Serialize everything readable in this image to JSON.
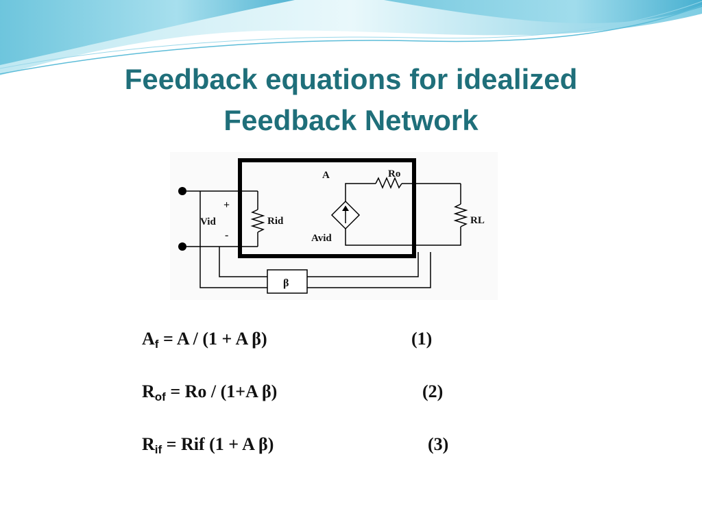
{
  "slide": {
    "title_line1": "Feedback equations for idealized",
    "title_line2": "Feedback Network"
  },
  "circuit": {
    "label_amplifier": "A",
    "label_ro": "Ro",
    "label_plus": "+",
    "label_vid": "Vid",
    "label_rid": "Rid",
    "label_avid": "Avid",
    "label_minus": "-",
    "label_rl": "RL",
    "label_beta": "β"
  },
  "equations": [
    {
      "lhs_main": "A",
      "lhs_sub": "f",
      "rhs": " = A / (1 + A β)",
      "number": "(1)"
    },
    {
      "lhs_main": "R",
      "lhs_sub": "of",
      "rhs": " = Ro / (1+A β)",
      "number": "(2)"
    },
    {
      "lhs_main": "R",
      "lhs_sub": "if",
      "rhs": " = Rif (1 + A β)",
      "number": "(3)"
    }
  ],
  "colors": {
    "title": "#1f6f7a",
    "swoosh_light": "#d8f1f7",
    "swoosh_mid": "#8fd3e6",
    "swoosh_dark": "#4fb5d4"
  }
}
